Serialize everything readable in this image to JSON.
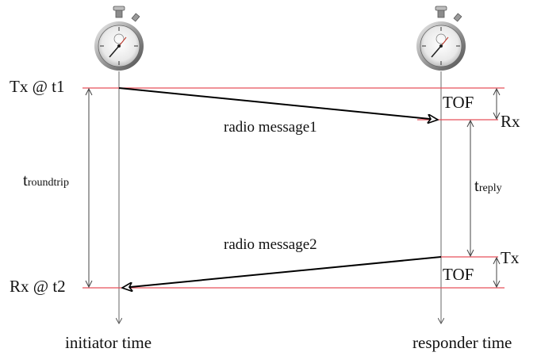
{
  "labels": {
    "tx_t1": "Tx @ t1",
    "rx_t2": "Rx @ t2",
    "rx_responder": "Rx",
    "tx_responder": "Tx",
    "tof_top": "TOF",
    "tof_bottom": "TOF",
    "msg1": "radio message1",
    "msg2": "radio message2",
    "t_roundtrip_t": "t",
    "t_roundtrip_sub": "roundtrip",
    "t_reply_t": "t",
    "t_reply_sub": "reply",
    "initiator_time": "initiator time",
    "responder_time": "responder time"
  },
  "colors": {
    "event_line": "#e8505b",
    "timeline": "#8a8a8a",
    "arrow": "#000000"
  },
  "icons": {
    "initiator_clock": "stopwatch-icon",
    "responder_clock": "stopwatch-icon"
  }
}
